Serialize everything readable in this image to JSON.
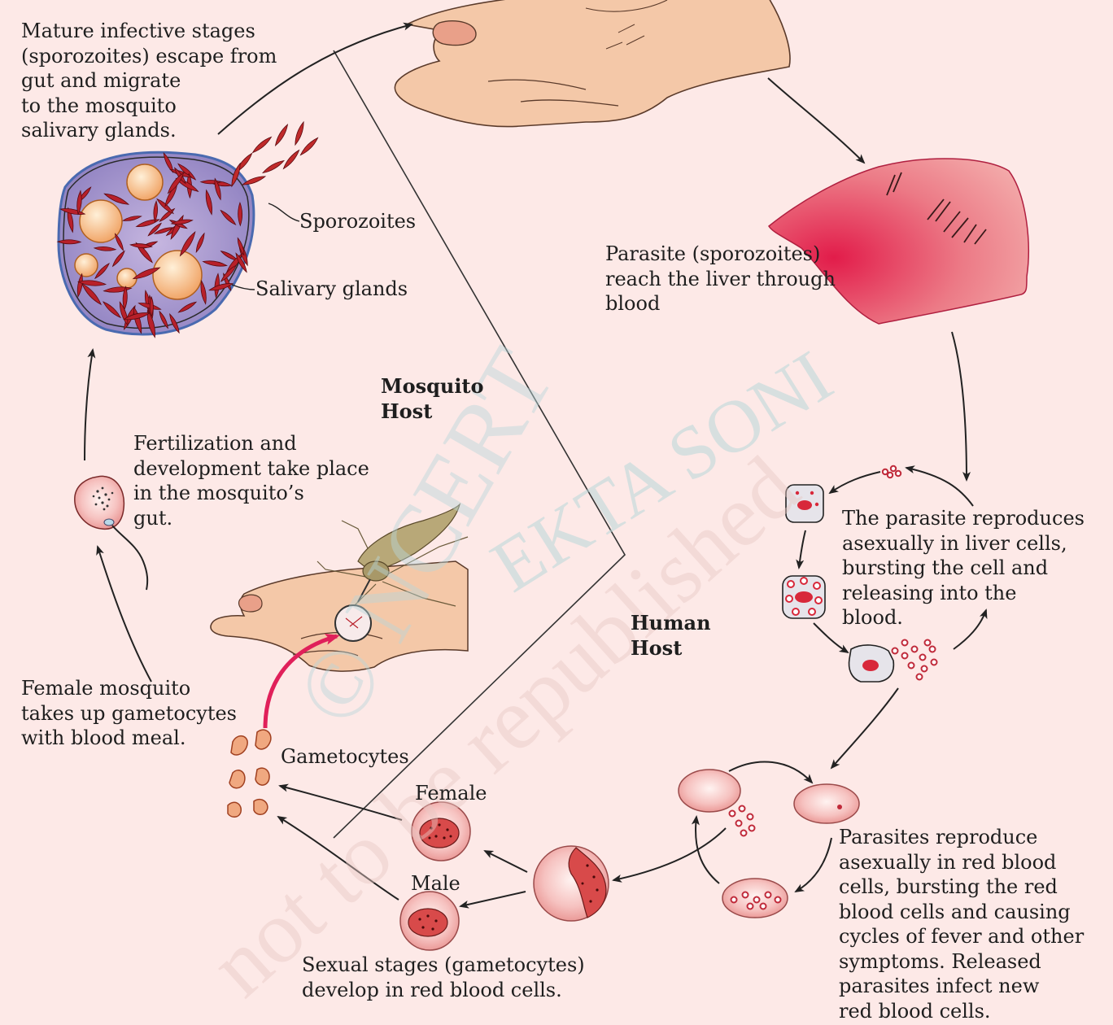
{
  "labels": {
    "mature_infective": "Mature infective stages\n(sporozoites) escape from\ngut and migrate\nto the mosquito\nsalivary glands.",
    "sporozoites": "Sporozoites",
    "salivary_glands": "Salivary glands",
    "mosquito_host": "Mosquito\nHost",
    "human_host": "Human\nHost",
    "fertilization": "Fertilization and\ndevelopment take place\nin the mosquito’s\ngut.",
    "female_mosquito": "Female mosquito\ntakes up gametocytes\nwith blood meal.",
    "gametocytes": "Gametocytes",
    "female": "Female",
    "male": "Male",
    "sexual_stages": "Sexual stages (gametocytes)\ndevelop in red blood cells.",
    "parasite_liver": "Parasite (sporozoites)\nreach the liver through\nblood",
    "liver_reproduction": "The parasite reproduces\nasexually in liver cells,\nbursting the cell and\nreleasing into the\nblood.",
    "rbc_reproduction": "Parasites reproduce\nasexually in red blood\ncells, bursting the red\nblood cells and causing\ncycles of fever and other\nsymptoms. Released\nparasites infect new\nred blood cells."
  },
  "watermarks": {
    "ncert": "© NCERT",
    "ekta": "EKTA SONI",
    "republish": "not to be republished"
  },
  "colors": {
    "background": "#fde9e7",
    "arrow": "#222222",
    "skin": "#f4c8a8",
    "liver": "#e8506a",
    "rbc": "#f8c4c4",
    "gland": "#7b6fa6",
    "sporozoite": "#b8202a",
    "magenta_arrow": "#e0205a"
  }
}
